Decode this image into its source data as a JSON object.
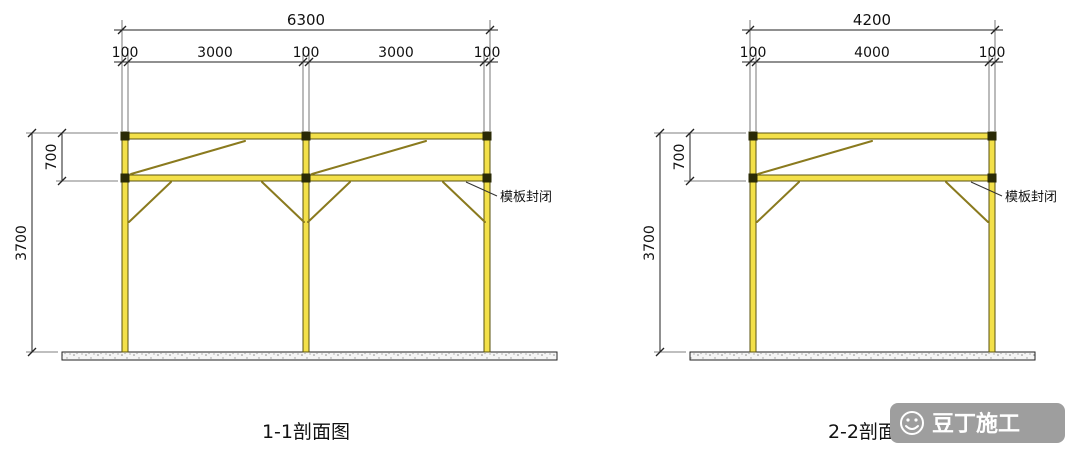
{
  "left": {
    "title": "1-1剖面图",
    "total_dim": "6300",
    "sub_dims": [
      "100",
      "3000",
      "100",
      "3000",
      "100"
    ],
    "height_dim": "3700",
    "band_dim": "700",
    "callout": "模板封闭"
  },
  "right": {
    "title": "2-2剖面图",
    "total_dim": "4200",
    "sub_dims": [
      "100",
      "4000",
      "100"
    ],
    "height_dim": "3700",
    "band_dim": "700",
    "callout": "模板封闭"
  },
  "watermark": {
    "text": "豆丁施工"
  },
  "colors": {
    "member_fill": "#f3e049",
    "member_outline": "#5a520f",
    "brace": "#8a7a1e",
    "dimension": "#222222",
    "watermark_bg": "#9e9e9e"
  }
}
